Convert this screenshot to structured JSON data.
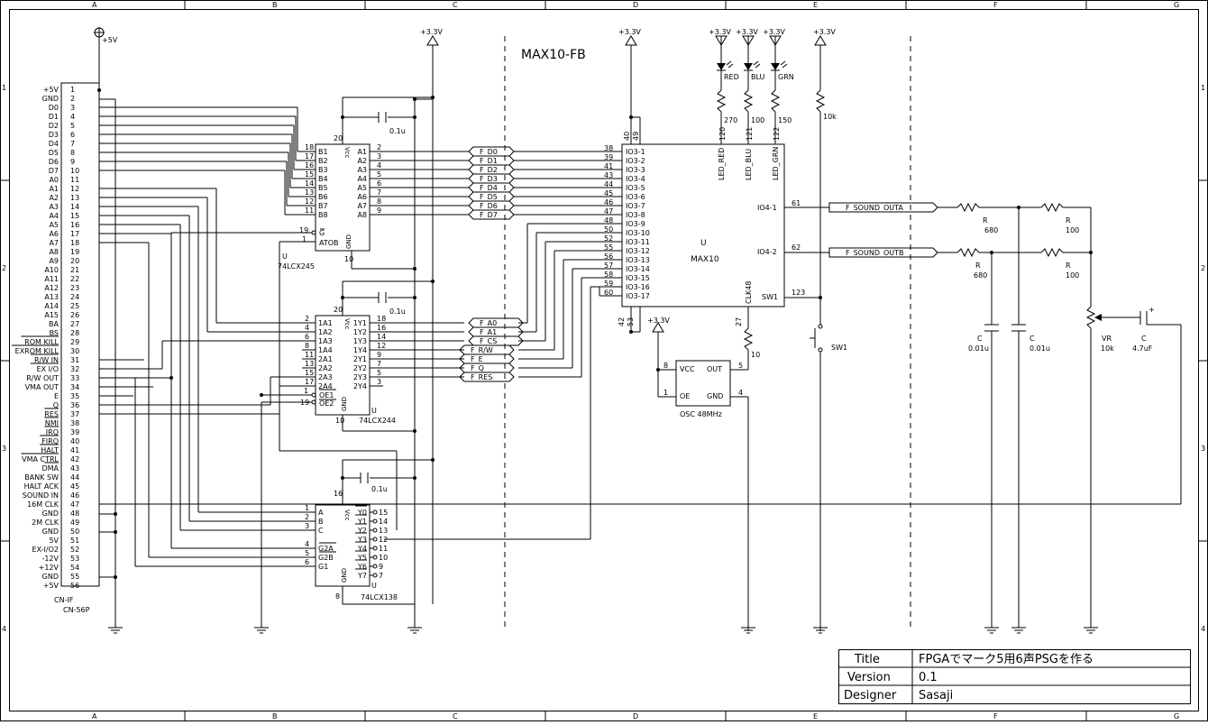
{
  "frame": {
    "cols": [
      "A",
      "B",
      "C",
      "D",
      "E",
      "F",
      "G"
    ],
    "rows": [
      "1",
      "2",
      "3",
      "4"
    ]
  },
  "title_block": {
    "title_label": "Title",
    "title_value": "FPGAでマーク5用6声PSGを作る",
    "version_label": "Version",
    "version_value": "0.1",
    "designer_label": "Designer",
    "designer_value": "Sasaji"
  },
  "section_label": "MAX10-FB",
  "power": {
    "p5v": "+5V",
    "p33": "+3.3V"
  },
  "connector": {
    "name": "CN-IF",
    "type": "CN-56P",
    "pins": [
      "1",
      "2",
      "3",
      "4",
      "5",
      "6",
      "7",
      "8",
      "9",
      "10",
      "11",
      "12",
      "13",
      "14",
      "15",
      "16",
      "17",
      "18",
      "19",
      "20",
      "21",
      "22",
      "23",
      "24",
      "25",
      "26",
      "27",
      "28",
      "29",
      "30",
      "31",
      "32",
      "33",
      "34",
      "35",
      "36",
      "37",
      "38",
      "39",
      "40",
      "41",
      "42",
      "43",
      "44",
      "45",
      "46",
      "47",
      "48",
      "49",
      "50",
      "51",
      "52",
      "53",
      "54",
      "55",
      "56"
    ],
    "signals": [
      "+5V",
      "GND",
      "D0",
      "D1",
      "D2",
      "D3",
      "D4",
      "D5",
      "D6",
      "D7",
      "A0",
      "A1",
      "A2",
      "A3",
      "A4",
      "A5",
      "A6",
      "A7",
      "A8",
      "A9",
      "A10",
      "A11",
      "A12",
      "A13",
      "A14",
      "A15",
      "BA",
      "BS",
      "ROM KILL",
      "EXROM KILL",
      "R/W IN",
      "EX I/O",
      "R/W OUT",
      "VMA OUT",
      "E",
      "Q",
      "RES",
      "NMI",
      "IRQ",
      "FIRQ",
      "HALT",
      "VMA CTRL",
      "DMA",
      "BANK SW",
      "HALT ACK",
      "SOUND IN",
      "16M CLK",
      "GND",
      "2M CLK",
      "GND",
      "5V",
      "EX-I/O2",
      "-12V",
      "+12V",
      "GND",
      "+5V"
    ]
  },
  "u245": {
    "designator": "U",
    "part": "74LCX245",
    "left_pins": [
      "18",
      "17",
      "16",
      "15",
      "14",
      "13",
      "12",
      "11"
    ],
    "left_names": [
      "B1",
      "B2",
      "B3",
      "B4",
      "B5",
      "B6",
      "B7",
      "B8"
    ],
    "right_names": [
      "A1",
      "A2",
      "A3",
      "A4",
      "A5",
      "A6",
      "A7",
      "A8"
    ],
    "right_pins": [
      "2",
      "3",
      "4",
      "5",
      "6",
      "7",
      "8",
      "9"
    ],
    "vcc_pin": "20",
    "vcc_name": "Vcc",
    "gnd_pin": "10",
    "gnd_name": "GND",
    "g_pin": "19",
    "g_name": "G",
    "dir_pin": "1",
    "dir_name": "ATOB",
    "cap": "0.1u"
  },
  "u244": {
    "designator": "U",
    "part": "74LCX244",
    "left_pins": [
      "2",
      "4",
      "6",
      "8",
      "11",
      "13",
      "15",
      "17"
    ],
    "left_names": [
      "1A1",
      "1A2",
      "1A3",
      "1A4",
      "2A1",
      "2A2",
      "2A3",
      "2A4"
    ],
    "right_names": [
      "1Y1",
      "1Y2",
      "1Y3",
      "1Y4",
      "2Y1",
      "2Y2",
      "2Y3",
      "2Y4"
    ],
    "right_pins": [
      "18",
      "16",
      "14",
      "12",
      "9",
      "7",
      "5",
      "3"
    ],
    "oe1_pin": "1",
    "oe1_name": "OE1",
    "oe2_pin": "19",
    "oe2_name": "OE2",
    "vcc_pin": "20",
    "vcc_name": "Vcc",
    "gnd_pin": "10",
    "gnd_name": "GND",
    "cap": "0.1u"
  },
  "u138": {
    "designator": "U",
    "part": "74LCX138",
    "left_pins": [
      "1",
      "2",
      "3",
      "4",
      "5",
      "6"
    ],
    "left_names": [
      "A",
      "B",
      "C",
      "G2A",
      "G2B",
      "G1"
    ],
    "right_names": [
      "Y0",
      "Y1",
      "Y2",
      "Y3",
      "Y4",
      "Y5",
      "Y6",
      "Y7"
    ],
    "right_pins": [
      "15",
      "14",
      "13",
      "12",
      "11",
      "10",
      "9",
      "7"
    ],
    "vcc_pin": "16",
    "vcc_name": "Vcc",
    "gnd_pin": "8",
    "gnd_name": "GND",
    "cap": "0.1u"
  },
  "bus_labels_data": [
    "F_D0",
    "F_D1",
    "F_D2",
    "F_D3",
    "F_D4",
    "F_D5",
    "F_D6",
    "F_D7"
  ],
  "bus_labels_ctrl": [
    "F_A0",
    "F_A1",
    "F_CS",
    "F_R/W",
    "F_E",
    "F_Q",
    "F_RES"
  ],
  "fpga": {
    "designator": "U",
    "part": "MAX10",
    "left_pins": [
      "38",
      "39",
      "41",
      "43",
      "44",
      "45",
      "46",
      "47",
      "48",
      "50",
      "52",
      "55",
      "56",
      "57",
      "58",
      "59",
      "60"
    ],
    "left_names": [
      "IO3-1",
      "IO3-2",
      "IO3-3",
      "IO3-4",
      "IO3-5",
      "IO3-6",
      "IO3-7",
      "IO3-8",
      "IO3-9",
      "IO3-10",
      "IO3-11",
      "IO3-12",
      "IO3-13",
      "IO3-14",
      "IO3-15",
      "IO3-16",
      "IO3-17"
    ],
    "top_pins": [
      "40",
      "49",
      "120",
      "121",
      "122"
    ],
    "top_names": [
      "LED_RED",
      "LED_BLU",
      "LED_GRN"
    ],
    "bottom_pins": [
      "42",
      "53",
      "27"
    ],
    "bottom_name": "CLK48",
    "io41_name": "IO4-1",
    "io41_pin": "61",
    "io42_name": "IO4-2",
    "io42_pin": "62",
    "sw_name": "SW1",
    "sw_pin": "123"
  },
  "leds": {
    "labels": [
      "RED",
      "BLU",
      "GRN"
    ],
    "res": [
      "270",
      "100",
      "150"
    ]
  },
  "r10k": "10k",
  "osc": {
    "name": "OSC 48MHz",
    "vcc": "VCC",
    "out": "OUT",
    "oe": "OE",
    "gnd": "GND",
    "pin8": "8",
    "pin5": "5",
    "pin1": "1",
    "pin4": "4",
    "r_val": "10"
  },
  "sw": "SW1",
  "sound": {
    "net_a": "F_SOUND_OUTA",
    "net_b": "F_SOUND_OUTB",
    "r_name": "R",
    "r680": "680",
    "r100": "100",
    "c_name": "C",
    "c_val": "0.01u",
    "vr_name": "VR",
    "vr_val": "10k",
    "ce_val": "4.7uF"
  }
}
